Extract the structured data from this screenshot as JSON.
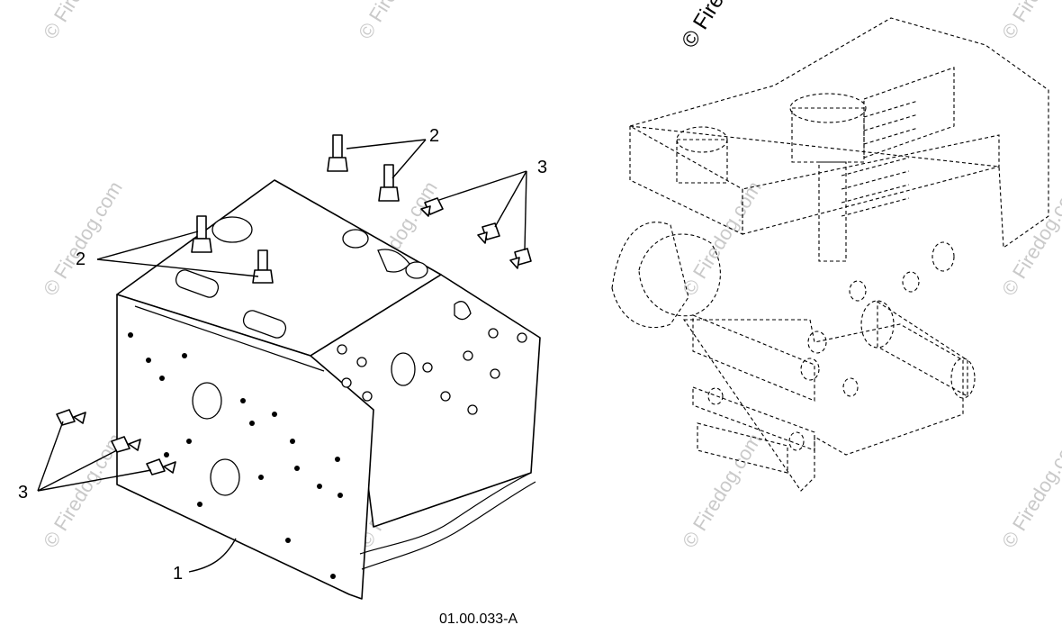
{
  "diagram": {
    "drawing_code": "01.00.033-A",
    "callouts": [
      {
        "id": "callout-1",
        "text": "1"
      },
      {
        "id": "callout-2-upper",
        "text": "2"
      },
      {
        "id": "callout-2-lower",
        "text": "2"
      },
      {
        "id": "callout-3-upper",
        "text": "3"
      },
      {
        "id": "callout-3-lower",
        "text": "3"
      }
    ],
    "watermark": {
      "text": "© Firedog.com",
      "dark_text": "© Fired"
    }
  }
}
